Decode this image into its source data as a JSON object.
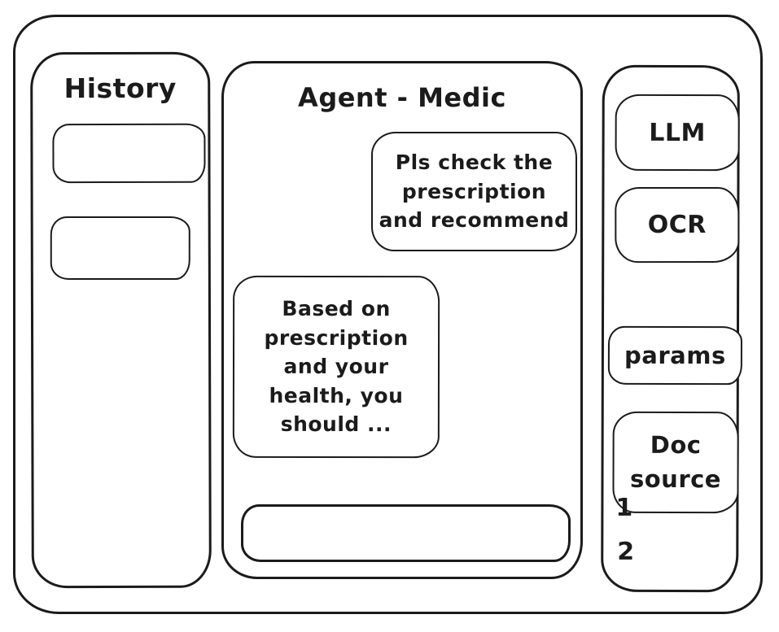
{
  "window": {
    "history_panel": {
      "title": "History",
      "items": [
        {
          "label": ""
        },
        {
          "label": ""
        }
      ]
    },
    "chat_panel": {
      "title": "Agent - Medic",
      "messages": [
        {
          "role": "user",
          "text": "Pls check the\nprescription\nand recommend"
        },
        {
          "role": "assistant",
          "text": "Based on\nprescription\nand your\nhealth, you\nshould ..."
        }
      ],
      "input": {
        "value": "",
        "placeholder": ""
      }
    },
    "tools_panel": {
      "llm_label": "LLM",
      "ocr_label": "OCR",
      "params_label": "params",
      "doc_source_label": "Doc\nsource",
      "doc_source_items": [
        "1",
        "2"
      ]
    },
    "colors": {
      "stroke": "#1b1b1b",
      "background": "#ffffff"
    }
  }
}
